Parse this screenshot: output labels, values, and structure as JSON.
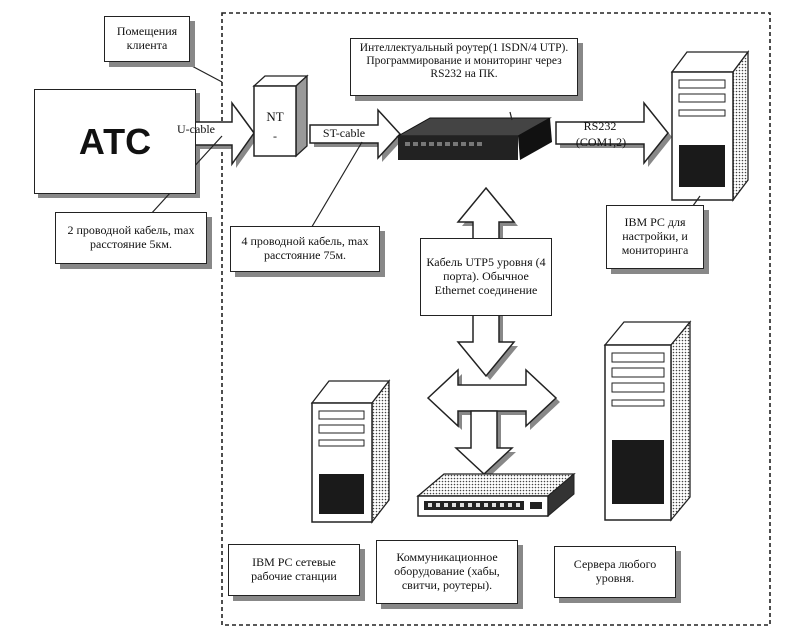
{
  "labels": {
    "client_premises": "Помещения клиента",
    "ats": "АТС",
    "u_cable": "U-cable",
    "nt": "NT",
    "nt_sub": "-",
    "st_cable": "ST-cable",
    "router_note": "Интеллектуальный роутер(1 ISDN/4 UTP). Программирование и мониторинг через RS232 на ПК.",
    "rs232": "RS232",
    "com": "(COM1,2)",
    "pc_monitor": "IBM PC для настройки, и мониторинга",
    "cable_5km": "2 проводной кабель, max расстояние 5км.",
    "cable_75m": "4 проводной кабель, max расстояние 75м.",
    "utp5": "Кабель UTP5 уровня (4 порта). Обычное Ethernet соединение",
    "workstations": "IBM PC сетевые рабочие станции",
    "switching": "Коммуникационное оборудование (хабы, свитчи, роутеры).",
    "servers": "Сервера любого уровня."
  },
  "colors": {
    "ink": "#111111",
    "shadow": "#888888",
    "screen": "#1a1a1a"
  }
}
